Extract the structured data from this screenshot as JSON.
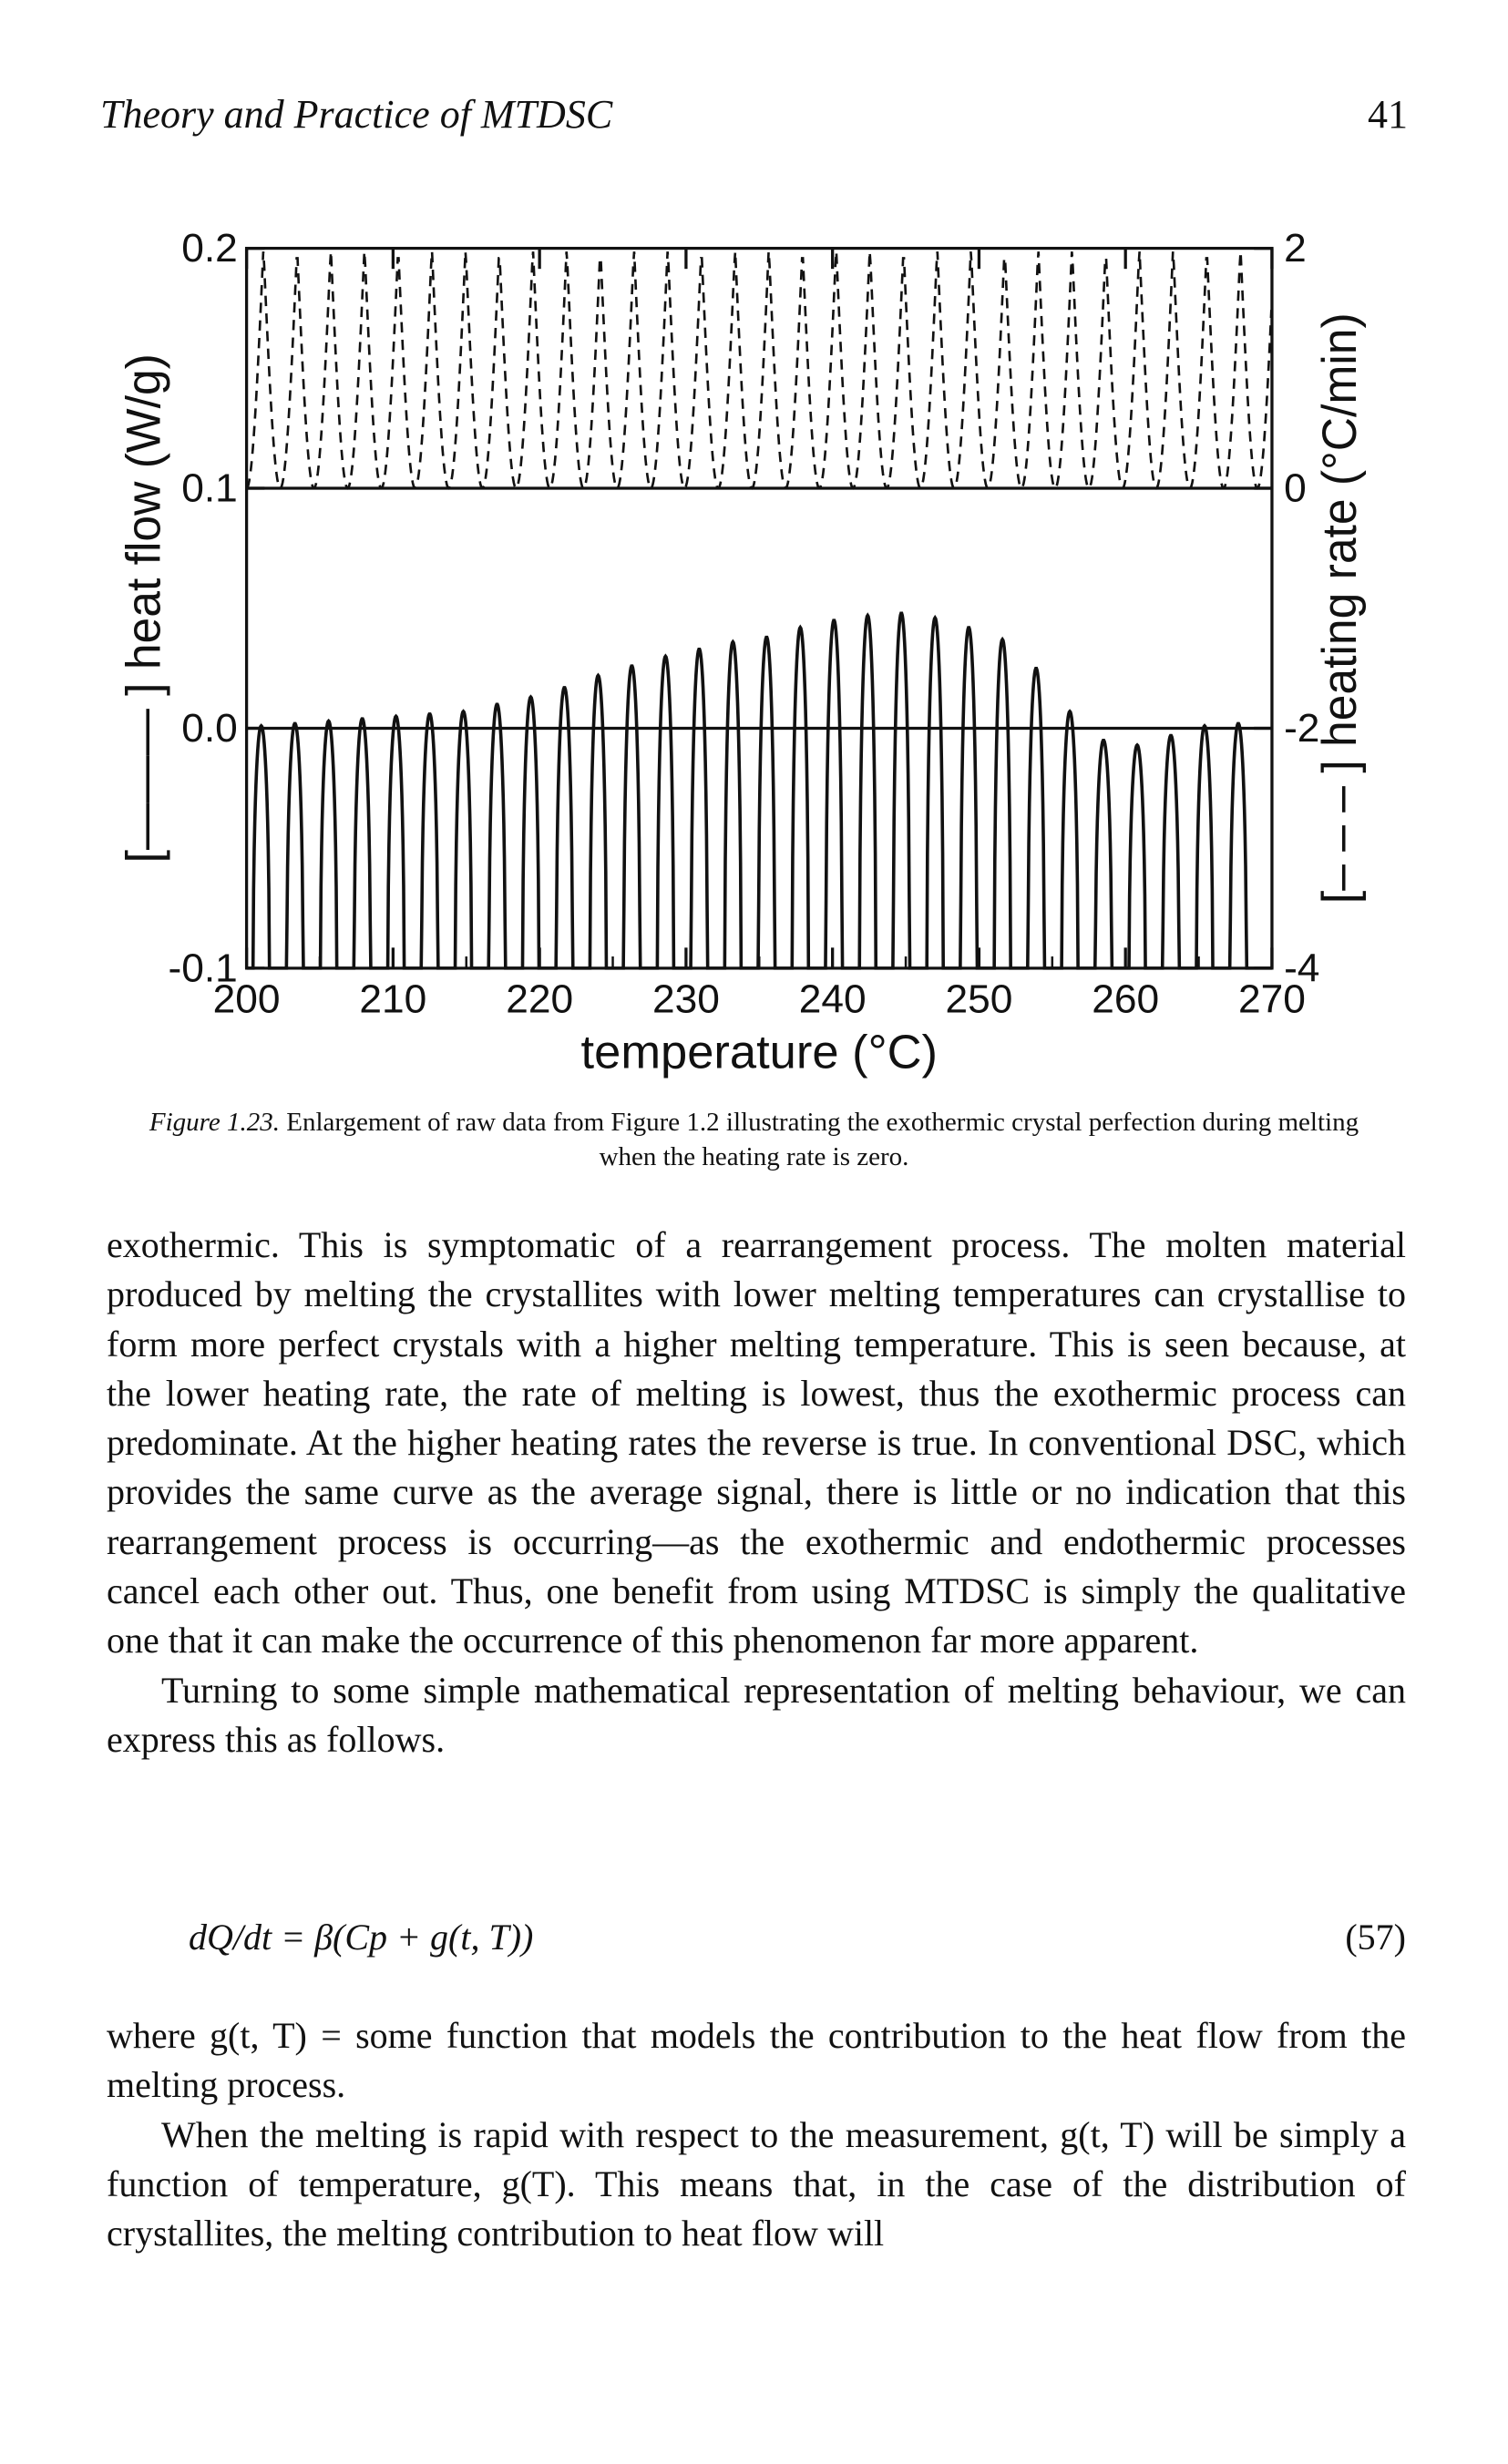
{
  "header": {
    "title": "Theory and Practice of MTDSC",
    "page_number": "41"
  },
  "figure": {
    "caption_label": "Figure 1.23.",
    "caption_text": " Enlargement of raw data from Figure 1.2 illustrating the exothermic crystal perfection during melting when the heating rate is zero.",
    "chart_data": {
      "type": "line",
      "xlabel": "temperature (°C)",
      "ylabel_left": "[——— ] heat flow (W/g)",
      "ylabel_right": "[– – – ] heating rate (°C/min)",
      "xlim": [
        200,
        270
      ],
      "ylim_left": [
        -0.1,
        0.2
      ],
      "ylim_right": [
        -4,
        2
      ],
      "x_ticks": [
        "200",
        "210",
        "220",
        "230",
        "240",
        "250",
        "260",
        "270"
      ],
      "y_ticks_left": [
        "0.2",
        "0.1",
        "0.0",
        "-0.1"
      ],
      "y_ticks_right": [
        "2",
        "0",
        "-2",
        "-4"
      ],
      "series": [
        {
          "style": "solid",
          "axis": "left",
          "period_c": 2.3,
          "baseline": -0.1,
          "peak_x": [
            201.0,
            203.3,
            205.6,
            207.9,
            210.2,
            212.5,
            214.8,
            217.1,
            219.4,
            221.7,
            224.0,
            226.3,
            228.6,
            230.9,
            233.2,
            235.5,
            237.8,
            240.1,
            242.4,
            244.7,
            247.0,
            249.3,
            251.6,
            253.9,
            256.2,
            258.5,
            260.8,
            263.1,
            265.4,
            267.7
          ],
          "peak_y": [
            0.001,
            0.002,
            0.003,
            0.004,
            0.005,
            0.006,
            0.007,
            0.01,
            0.013,
            0.017,
            0.022,
            0.026,
            0.03,
            0.033,
            0.036,
            0.038,
            0.042,
            0.045,
            0.047,
            0.048,
            0.046,
            0.042,
            0.037,
            0.025,
            0.007,
            -0.005,
            -0.007,
            -0.003,
            0.001,
            0.002
          ]
        },
        {
          "style": "dashed",
          "axis": "right",
          "period_c": 2.3,
          "max": 2,
          "min": 0
        }
      ]
    }
  },
  "body": {
    "paragraph_1": "exothermic. This is symptomatic of a rearrangement process. The molten material produced by melting the crystallites with lower melting temperatures can crystallise to form more perfect crystals with a higher melting temperature. This is seen because, at the lower heating rate, the rate of melting is lowest, thus the exothermic process can predominate. At the higher heating rates the reverse is true. In conventional DSC, which provides the same curve as the average signal, there is little or no indication that this rearrangement process is occurring—as the exothermic and endothermic processes cancel each other out. Thus, one benefit from using MTDSC is simply the qualitative one that it can make the occurrence of this phenomenon far more apparent.",
    "paragraph_2": "Turning to some simple mathematical representation of melting behaviour, we can express this as follows.",
    "equation": "dQ/dt = β(Cp + g(t, T))",
    "equation_number": "(57)",
    "paragraph_3": "where g(t, T) = some function that models the contribution to the heat flow from the melting process.",
    "paragraph_4": "When the melting is rapid with respect to the measurement, g(t, T) will be simply a function of temperature, g(T). This means that, in the case of the distribution of crystallites, the melting contribution to heat flow will"
  }
}
